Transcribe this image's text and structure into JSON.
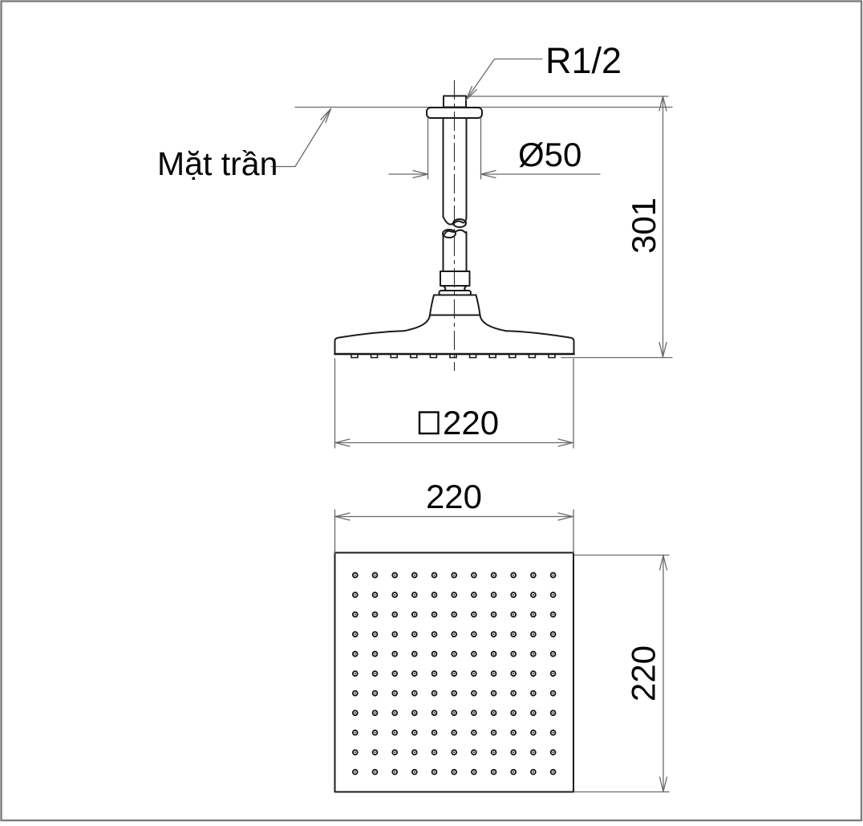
{
  "drawing": {
    "type": "technical-installation-drawing",
    "product": "ceiling-mounted square shower head",
    "labels": {
      "thread_size": "R1/2",
      "ceiling_label": "Mặt trần",
      "pipe_flange_diameter": "Ø50",
      "overall_height": "301",
      "head_width_front": "220",
      "head_width_top": "220",
      "head_depth_side": "220",
      "front_width_symbol": "□"
    },
    "front_view": {
      "nozzle_count": 11
    },
    "bottom_view": {
      "hole_rows": 11,
      "hole_cols": 11
    },
    "colors": {
      "background": "#ffffff",
      "object_line": "#1c1c1c",
      "dimension_line": "#6a6a6a",
      "text": "#050505",
      "frame_border": "#7d7d7d"
    }
  }
}
